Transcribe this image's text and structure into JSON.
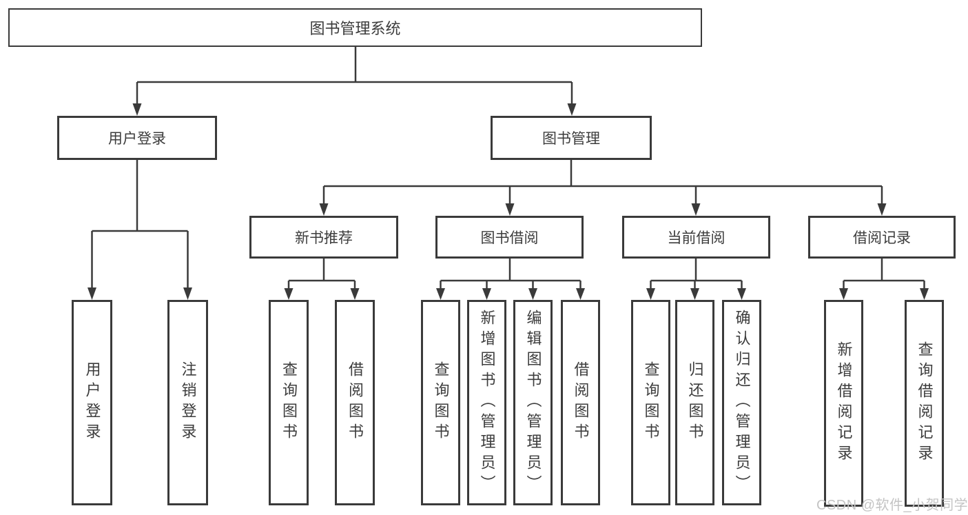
{
  "diagram": {
    "root": {
      "label": "图书管理系统"
    },
    "level2": [
      {
        "id": "user-login",
        "label": "用户登录"
      },
      {
        "id": "book-management",
        "label": "图书管理"
      }
    ],
    "level3": [
      {
        "id": "new-book-recommendation",
        "parent": "图书管理",
        "label": "新书推荐"
      },
      {
        "id": "book-borrowing",
        "parent": "图书管理",
        "label": "图书借阅"
      },
      {
        "id": "current-borrowing",
        "parent": "图书管理",
        "label": "当前借阅"
      },
      {
        "id": "borrowing-records",
        "parent": "图书管理",
        "label": "借阅记录"
      }
    ],
    "leaves": [
      {
        "parent": "用户登录",
        "label": "用户登录"
      },
      {
        "parent": "用户登录",
        "label": "注销登录"
      },
      {
        "parent": "新书推荐",
        "label": "查询图书"
      },
      {
        "parent": "新书推荐",
        "label": "借阅图书"
      },
      {
        "parent": "图书借阅",
        "label": "查询图书"
      },
      {
        "parent": "图书借阅",
        "label": "新增图书（管理员）"
      },
      {
        "parent": "图书借阅",
        "label": "编辑图书（管理员）"
      },
      {
        "parent": "图书借阅",
        "label": "借阅图书"
      },
      {
        "parent": "当前借阅",
        "label": "查询图书"
      },
      {
        "parent": "当前借阅",
        "label": "归还图书"
      },
      {
        "parent": "当前借阅",
        "label": "确认归还（管理员）"
      },
      {
        "parent": "借阅记录",
        "label": "新增借阅记录"
      },
      {
        "parent": "借阅记录",
        "label": "查询借阅记录"
      }
    ],
    "watermark": "CSDN @软件_小贺同学",
    "colors": {
      "line": "#3a3a3a",
      "text": "#3c3c3c",
      "background": "#ffffff",
      "watermark": "#c4c4c4"
    }
  }
}
